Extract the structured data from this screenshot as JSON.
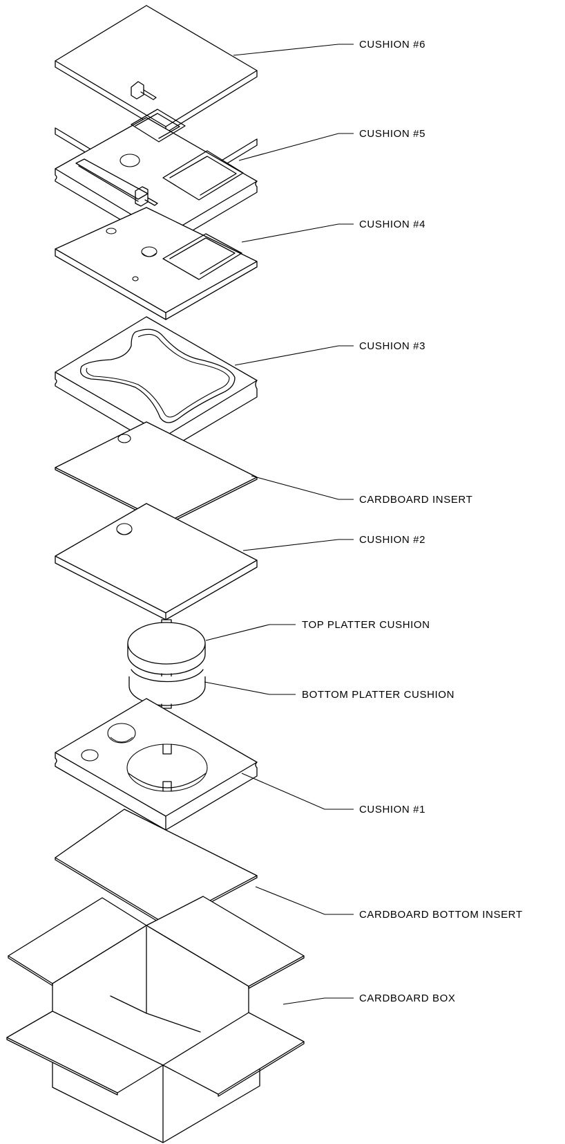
{
  "labels": {
    "cushion_6": "CUSHION #6",
    "cushion_5": "CUSHION #5",
    "cushion_4": "CUSHION #4",
    "cushion_3": "CUSHION #3",
    "cardboard_insert": "CARDBOARD INSERT",
    "cushion_2": "CUSHION #2",
    "top_platter_cushion": "TOP PLATTER CUSHION",
    "bottom_platter_cushion": "BOTTOM PLATTER CUSHION",
    "cushion_1": "CUSHION #1",
    "cardboard_bottom_insert": "CARDBOARD BOTTOM INSERT",
    "cardboard_box": "CARDBOARD BOX"
  },
  "colors": {
    "line": "#000000",
    "background": "#ffffff"
  }
}
